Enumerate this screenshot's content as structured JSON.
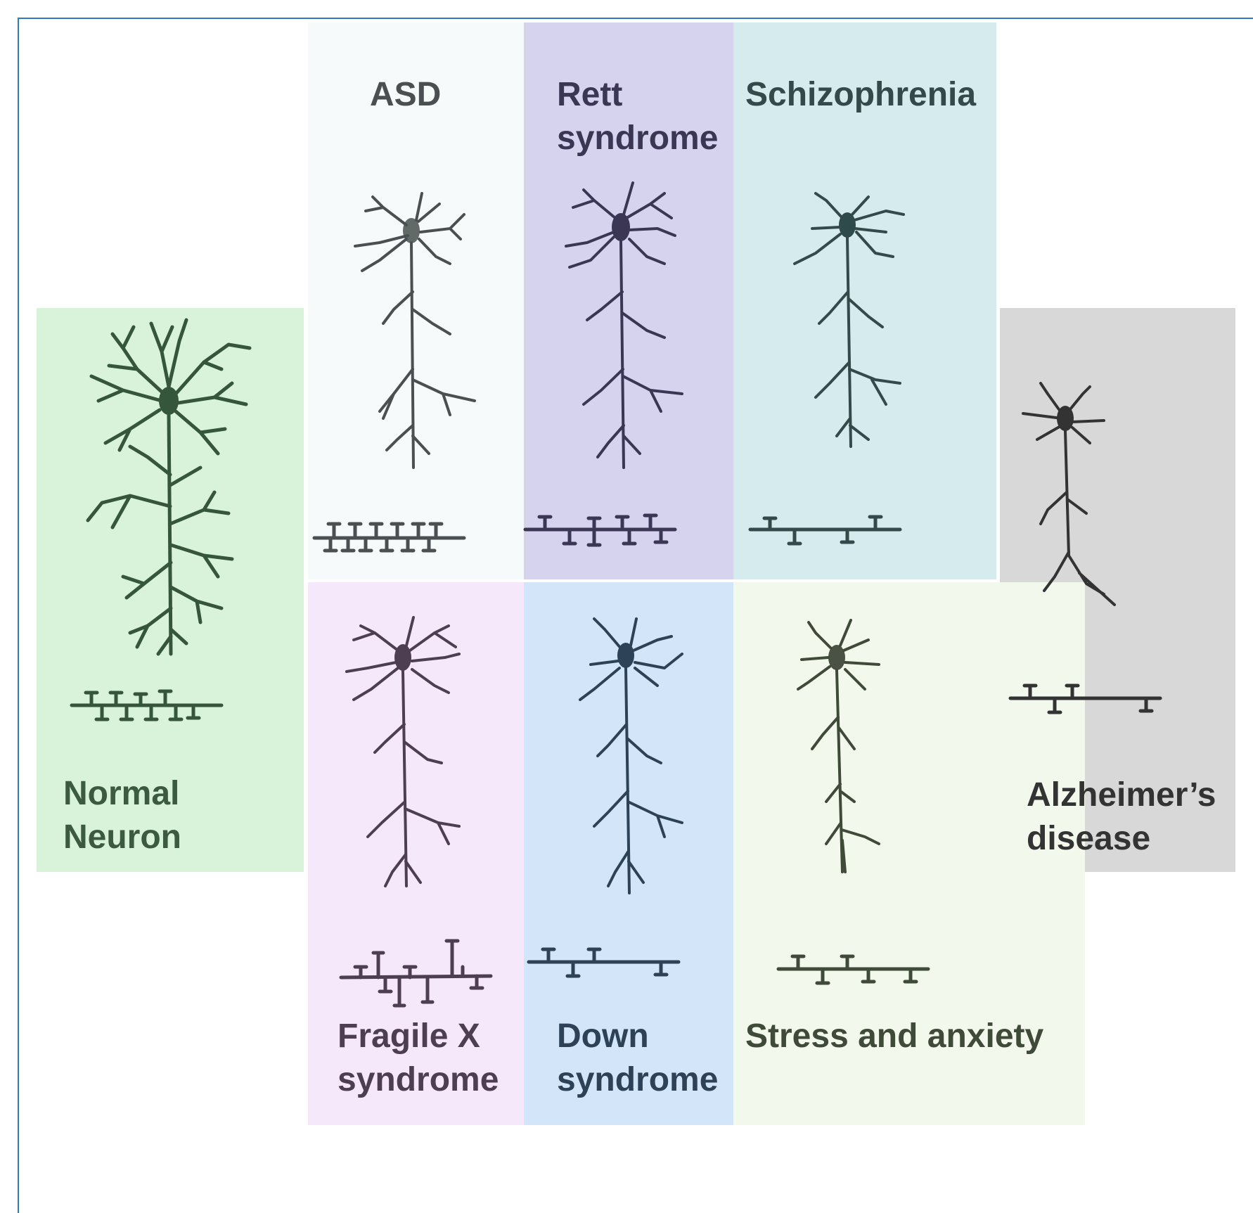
{
  "panels": {
    "normal": {
      "line1": "Normal",
      "line2": "Neuron",
      "fill": "#d9f3db",
      "ink": "#35563b"
    },
    "asd": {
      "line1": "ASD",
      "fill": "#f6fafb",
      "ink": "#4a4f52"
    },
    "rett": {
      "line1": "Rett",
      "line2": "syndrome",
      "fill": "#d6d3ef",
      "ink": "#3a3654"
    },
    "schizophrenia": {
      "line1": "Schizophrenia",
      "fill": "#d6ebee",
      "ink": "#33494a"
    },
    "alzheimers": {
      "line1": "Alzheimer’s",
      "line2": "disease",
      "fill": "#d8d8d8",
      "ink": "#333333"
    },
    "fragile_x": {
      "line1": "Fragile X",
      "line2": "syndrome",
      "fill": "#f6e8fb",
      "ink": "#4d3e52"
    },
    "down": {
      "line1": "Down",
      "line2": "syndrome",
      "fill": "#d3e6f9",
      "ink": "#2d4256"
    },
    "stress": {
      "line1": "Stress and anxiety",
      "fill": "#f2f9ec",
      "ink": "#3f4a38"
    }
  }
}
